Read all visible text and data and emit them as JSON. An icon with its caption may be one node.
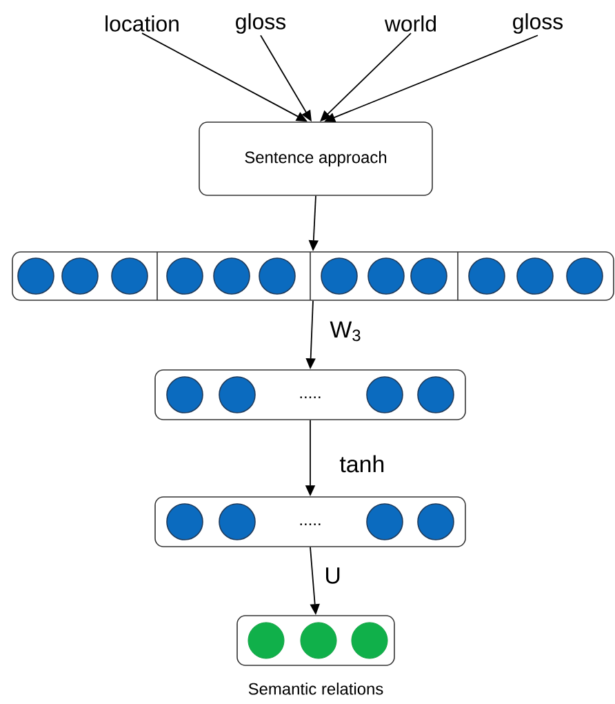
{
  "diagram": {
    "nodes": [
      {
        "text": [
          "location"
        ]
      },
      {
        "text": [
          "gloss"
        ]
      },
      {
        "text": [
          "world"
        ]
      },
      {
        "text": [
          "gloss"
        ]
      },
      {
        "text": [
          "Sentence approach"
        ]
      },
      {
        "text": [],
        "shape": "box"
      },
      {
        "text": [
          "....."
        ]
      },
      {
        "text": [
          "....."
        ]
      },
      {
        "text": [],
        "shape": "box",
        "beside": [
          "Semantic relations"
        ]
      }
    ],
    "edges": [
      {
        "from": 0,
        "to": 4,
        "arrow": "to"
      },
      {
        "from": 1,
        "to": 4,
        "arrow": "to"
      },
      {
        "from": 2,
        "to": 4,
        "arrow": "to"
      },
      {
        "from": 3,
        "to": 4,
        "arrow": "to"
      },
      {
        "from": 4,
        "to": 5,
        "arrow": "to"
      },
      {
        "from": 5,
        "to": 6,
        "arrow": "to",
        "label": "W$_{3}$"
      },
      {
        "from": 6,
        "to": 7,
        "arrow": "to",
        "label": "tanh"
      },
      {
        "from": 7,
        "to": 8,
        "arrow": "to",
        "label": "U"
      }
    ]
  }
}
